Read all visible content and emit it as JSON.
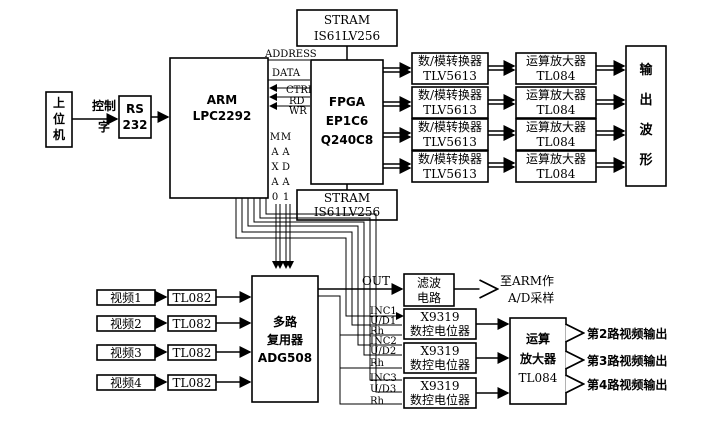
{
  "host": {
    "line1": "上",
    "line2": "位",
    "line3": "机"
  },
  "ctrl": {
    "line1": "控制",
    "line2": "字"
  },
  "rs232": {
    "line1": "RS",
    "line2": "232"
  },
  "arm": {
    "line1": "ARM",
    "line2": "LPC2292"
  },
  "fpga": {
    "line1": "FPGA",
    "line2": "EP1C6",
    "line3": "Q240C8"
  },
  "sram_top": {
    "line1": "STRAM",
    "line2": "IS61LV256"
  },
  "sram_bot": {
    "line1": "STRAM",
    "line2": "IS61LV256"
  },
  "bus": {
    "address": "ADDRESS",
    "data": "DATA",
    "ctrl": "CTRL",
    "rd": "RD",
    "wr": "WR"
  },
  "arm_pins": {
    "c1": [
      "M",
      "A",
      "X",
      "A",
      "0"
    ],
    "c2": [
      "M",
      "A",
      "D",
      "A",
      "1"
    ]
  },
  "dac_labels": [
    {
      "line1": "数/模转换器",
      "line2": "TLV5613"
    },
    {
      "line1": "数/模转换器",
      "line2": "TLV5613"
    },
    {
      "line1": "数/模转换器",
      "line2": "TLV5613"
    },
    {
      "line1": "数/模转换器",
      "line2": "TLV5613"
    }
  ],
  "amp_labels": [
    {
      "line1": "运算放大器",
      "line2": "TL084"
    },
    {
      "line1": "运算放大器",
      "line2": "TL084"
    },
    {
      "line1": "运算放大器",
      "line2": "TL084"
    },
    {
      "line1": "运算放大器",
      "line2": "TL084"
    }
  ],
  "output_wave": {
    "c1": "输",
    "c2": "出",
    "c3": "波",
    "c4": "形"
  },
  "videos": [
    {
      "name": "视频1",
      "chip": "TL082"
    },
    {
      "name": "视频2",
      "chip": "TL082"
    },
    {
      "name": "视频3",
      "chip": "TL082"
    },
    {
      "name": "视频4",
      "chip": "TL082"
    }
  ],
  "mux": {
    "line1": "多路",
    "line2": "复用器",
    "line3": "ADG508"
  },
  "out_label": "OUT",
  "filter": {
    "line1": "滤波",
    "line2": "电路"
  },
  "to_arm": {
    "line1": "至ARM作",
    "line2": "A/D采样"
  },
  "digipots": [
    {
      "line1": "X9319",
      "line2": "数控电位器",
      "inc": "INC1",
      "ud": "U/D1",
      "rh": "Rh"
    },
    {
      "line1": "X9319",
      "line2": "数控电位器",
      "inc": "INC2",
      "ud": "U/D2",
      "rh": "Rh"
    },
    {
      "line1": "X9319",
      "line2": "数控电位器",
      "inc": "INC3",
      "ud": "U/D3",
      "rh": "Rh"
    }
  ],
  "final_amp": {
    "line1": "运算",
    "line2": "放大器",
    "line3": "TL084"
  },
  "outputs": [
    "第2路视频输出",
    "第3路视频输出",
    "第4路视频输出"
  ]
}
